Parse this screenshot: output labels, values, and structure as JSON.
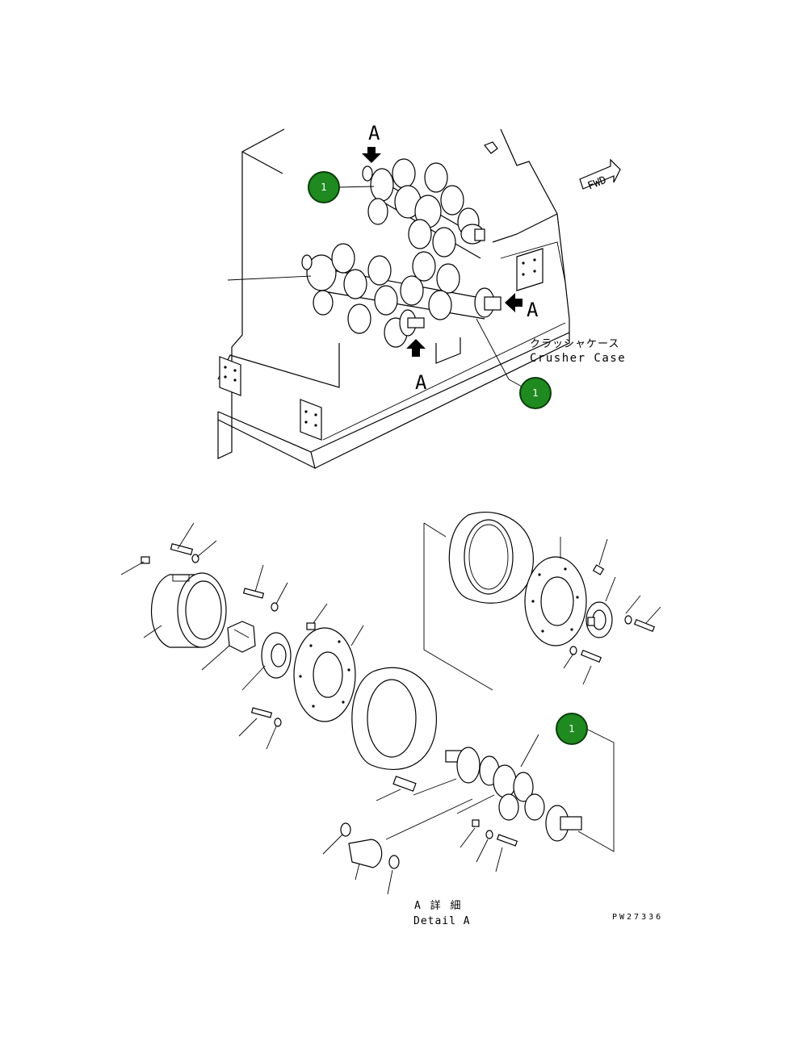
{
  "callouts": [
    {
      "label": "1"
    },
    {
      "label": "1"
    },
    {
      "label": "1"
    }
  ],
  "view_letters": {
    "a1": "A",
    "a2": "A",
    "a3": "A"
  },
  "crusher_case": {
    "jp": "クラッシャケース",
    "en": "Crusher Case"
  },
  "fwd_label": "FWD",
  "detail": {
    "jp": "A 詳 細",
    "en": "Detail A"
  },
  "drawing_number": "PW27336",
  "colors": {
    "callout_fill": "#1f8a1f",
    "line": "#000000"
  }
}
